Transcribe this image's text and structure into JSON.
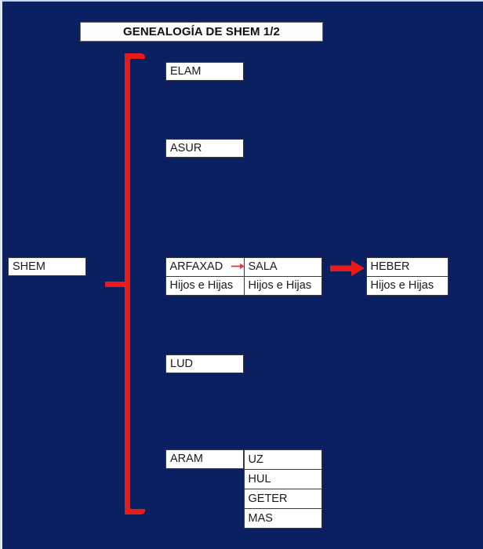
{
  "title": {
    "text": "GENEALOGÍA DE SHEM 1/2"
  },
  "colors": {
    "background": "#0a2060",
    "accent_red": "#e81b1b",
    "box_fill": "#ffffff",
    "box_border": "#3a3a3a",
    "text": "#1a1a1a"
  },
  "root": {
    "label": "SHEM"
  },
  "children": {
    "elam": "ELAM",
    "asur": "ASUR",
    "arfaxad": "ARFAXAD",
    "lud": "LUD",
    "aram": "ARAM"
  },
  "lineage": {
    "arfaxad": {
      "name": "ARFAXAD",
      "offspring": "Hijos e Hijas"
    },
    "sala": {
      "name": "SALA",
      "offspring": "Hijos e Hijas"
    },
    "heber": {
      "name": "HEBER",
      "offspring": "Hijos e Hijas"
    }
  },
  "aram_children": [
    {
      "label": "UZ"
    },
    {
      "label": "HUL"
    },
    {
      "label": "GETER"
    },
    {
      "label": "MAS"
    }
  ],
  "icons": {
    "arrow_arfaxad_to_sala": "arrow-right-icon",
    "arrow_sala_to_heber": "arrow-right-icon",
    "bracket": "curly-bracket-icon"
  }
}
